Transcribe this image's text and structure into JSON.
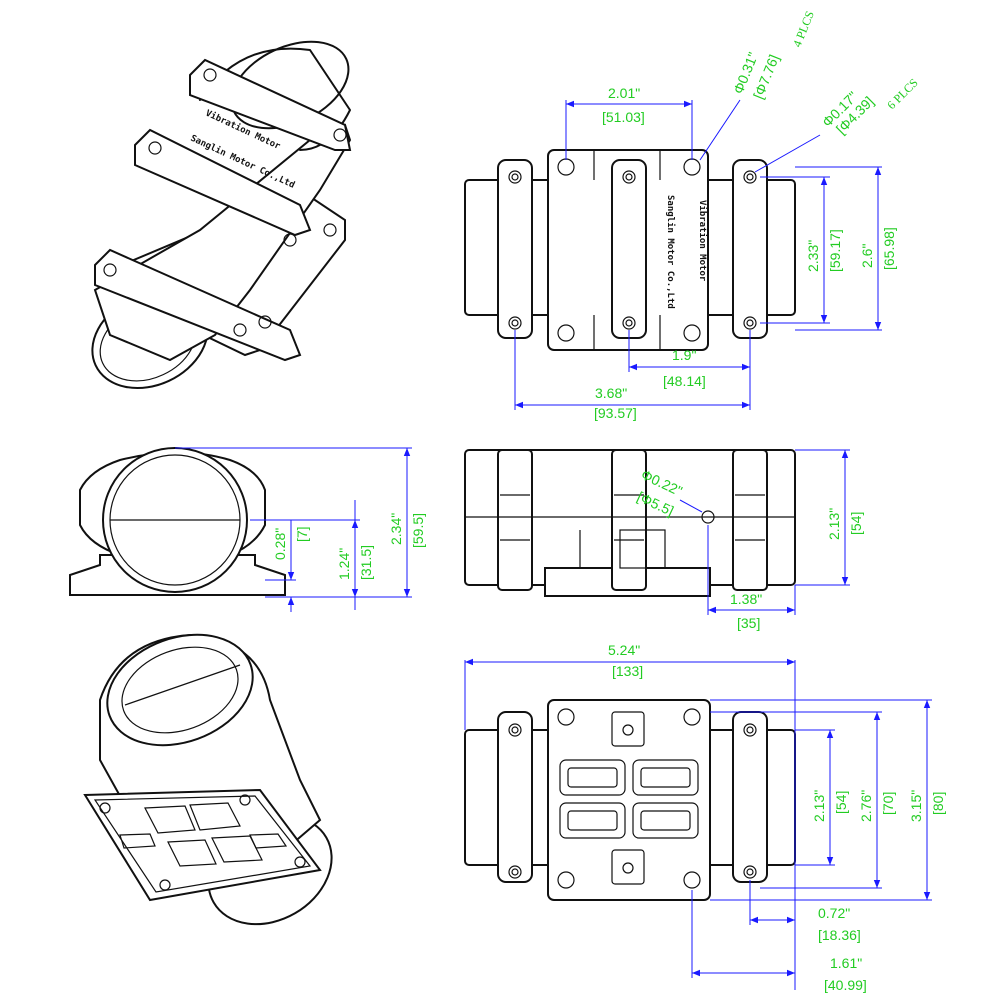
{
  "motor": {
    "label_line1": "Vibration Motor",
    "label_line2": "Sanglin Motor Co.,Ltd"
  },
  "top_view": {
    "w_hole_spacing": {
      "in": "2.01\"",
      "mm": "[51.03]"
    },
    "hole_4plcs": {
      "in": "Φ0.31\"",
      "mm": "[Φ7.76]",
      "note": "4 PLCS"
    },
    "hole_6plcs": {
      "in": "Φ0.17\"",
      "mm": "[Φ4.39]",
      "note": "6 PLCS"
    },
    "h_inner": {
      "in": "2.33\"",
      "mm": "[59.17]"
    },
    "h_outer": {
      "in": "2.6\"",
      "mm": "[65.98]"
    },
    "w_bolt": {
      "in": "1.9\"",
      "mm": "[48.14]"
    },
    "w_total": {
      "in": "3.68\"",
      "mm": "[93.57]"
    }
  },
  "end_view": {
    "base_thk": {
      "in": "0.28\"",
      "mm": "[7]"
    },
    "center_h": {
      "in": "1.24\"",
      "mm": "[31.5]"
    },
    "total_h": {
      "in": "2.34\"",
      "mm": "[59.5]"
    }
  },
  "side_view": {
    "hole": {
      "in": "Φ0.22\"",
      "mm": "[Φ5.5]"
    },
    "height": {
      "in": "2.13\"",
      "mm": "[54]"
    },
    "offset": {
      "in": "1.38\"",
      "mm": "[35]"
    }
  },
  "bottom_view": {
    "length": {
      "in": "5.24\"",
      "mm": "[133]"
    },
    "h1": {
      "in": "2.13\"",
      "mm": "[54]"
    },
    "h2": {
      "in": "2.76\"",
      "mm": "[70]"
    },
    "h3": {
      "in": "3.15\"",
      "mm": "[80]"
    },
    "w1": {
      "in": "0.72\"",
      "mm": "[18.36]"
    },
    "w2": {
      "in": "1.61\"",
      "mm": "[40.99]"
    }
  }
}
